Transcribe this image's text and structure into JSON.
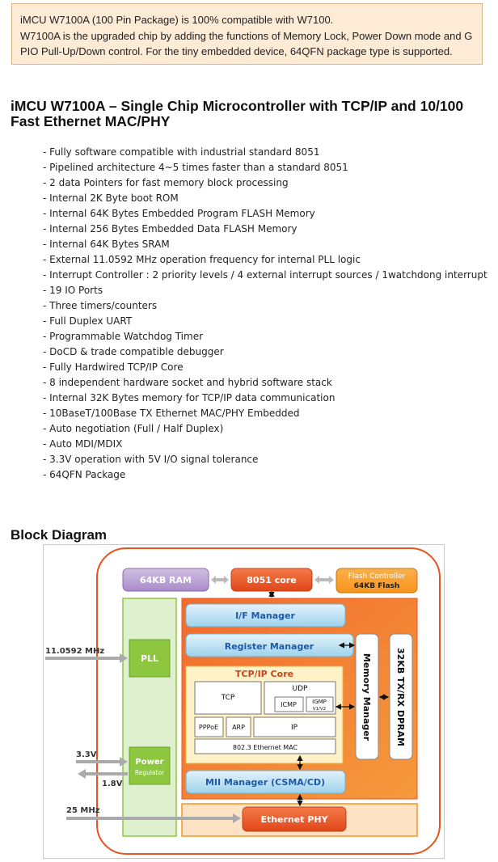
{
  "notice": {
    "line1": "iMCU W7100A (100 Pin Package) is 100% compatible with W7100.",
    "line2": "W7100A is the upgraded chip by adding the functions of Memory Lock, Power Down mode and G",
    "line3": "PIO Pull-Up/Down control. For the tiny embedded device, 64QFN package type is supported."
  },
  "heading": {
    "line1": "iMCU W7100A – Single Chip Microcontroller with TCP/IP and 10/100",
    "line2": "Fast Ethernet MAC/PHY"
  },
  "features": [
    "- Fully software compatible with industrial standard 8051",
    "- Pipelined architecture 4~5 times faster than a standard 8051",
    "- 2 data Pointers for fast memory block processing",
    "- Internal 2K Byte boot ROM",
    "- Internal 64K Bytes Embedded Program FLASH Memory",
    "- Internal 256 Bytes Embedded Data FLASH Memory",
    "- Internal 64K Bytes SRAM",
    "- External 11.0592 MHz operation frequency for internal PLL logic",
    "- Interrupt Controller : 2 priority levels / 4 external interrupt sources / 1watchdong interrupt",
    "- 19 IO Ports",
    "- Three timers/counters",
    "- Full Duplex UART",
    "- Programmable Watchdog Timer",
    "- DoCD & trade compatible debugger",
    "- Fully Hardwired TCP/IP Core",
    "- 8 independent hardware socket and hybrid software stack",
    "- Internal 32K Bytes memory for TCP/IP data communication",
    "- 10BaseT/100Base TX Ethernet MAC/PHY Embedded",
    "- Auto negotiation (Full / Half Duplex)",
    "- Auto MDI/MDIX",
    "- 3.3V operation with 5V I/O signal tolerance",
    "- 64QFN Package"
  ],
  "block_diagram": {
    "title": "Block Diagram",
    "ram": "64KB RAM",
    "core": "8051 core",
    "flash_line1": "Flash Controller",
    "flash_line2": "64KB Flash",
    "if_manager": "I/F Manager",
    "register_manager": "Register Manager",
    "memory_manager": "Memory Manager",
    "dpram": "32KB TX/RX DPRAM",
    "tcpip_core": "TCP/IP Core",
    "tcp": "TCP",
    "udp": "UDP",
    "icmp": "ICMP",
    "igmp_line1": "IGMP",
    "igmp_line2": "V1/V2",
    "pppoe": "PPPoE",
    "arp": "ARP",
    "ip": "IP",
    "mac": "802.3 Ethernet MAC",
    "mii_manager": "MII Manager (CSMA/CD)",
    "ethernet_phy": "Ethernet PHY",
    "pll": "PLL",
    "power_line1": "Power",
    "power_line2": "Regulator",
    "clock_in": "11.0592 MHz",
    "v33": "3.3V",
    "v18": "1.8V",
    "mhz25": "25 MHz"
  },
  "colors": {
    "notice_bg": "#fdebd6",
    "orange_outline": "#e8531e",
    "green_block": "#8dc63f",
    "blue_block": "#c2e4f4",
    "purple_block": "#b99fd1",
    "core_red": "#e8531e",
    "phy_orange": "#f7941d"
  }
}
